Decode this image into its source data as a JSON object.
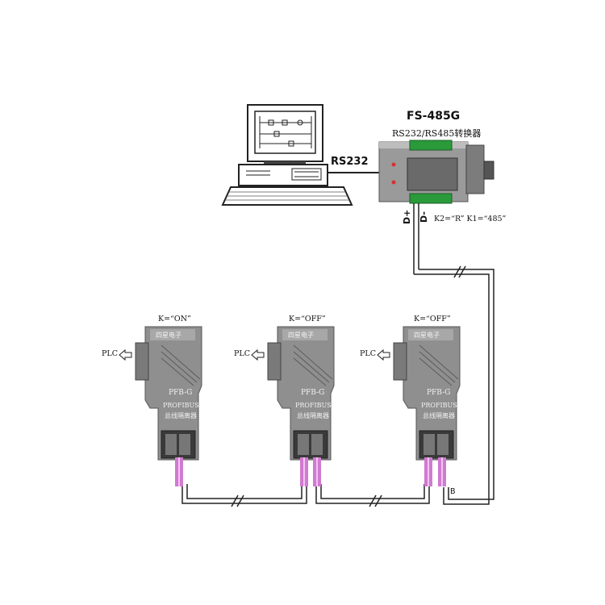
{
  "converter": {
    "title": "FS-485G",
    "subtitle": "RS232/RS485转换器",
    "port_label": "RS232",
    "pin_d_plus": "D+",
    "pin_d_minus": "D-",
    "switch_setting": "K2=“R” K1=“485”"
  },
  "connectors": [
    {
      "k_setting": "K=“ON”",
      "brand": "四星电子",
      "model": "PFB-G",
      "bus": "PROFIBUS",
      "desc": "总线隔离器",
      "plc": "PLC"
    },
    {
      "k_setting": "K=“OFF”",
      "brand": "四星电子",
      "model": "PFB-G",
      "bus": "PROFIBUS",
      "desc": "总线隔离器",
      "plc": "PLC"
    },
    {
      "k_setting": "K=“OFF”",
      "brand": "四星电子",
      "model": "PFB-G",
      "bus": "PROFIBUS",
      "desc": "总线隔离器",
      "plc": "PLC"
    }
  ],
  "wire_label_b": "B",
  "colors": {
    "device_body": "#8f8f8f",
    "cable": "#d07ad0",
    "terminal": "#2a9a3a"
  }
}
